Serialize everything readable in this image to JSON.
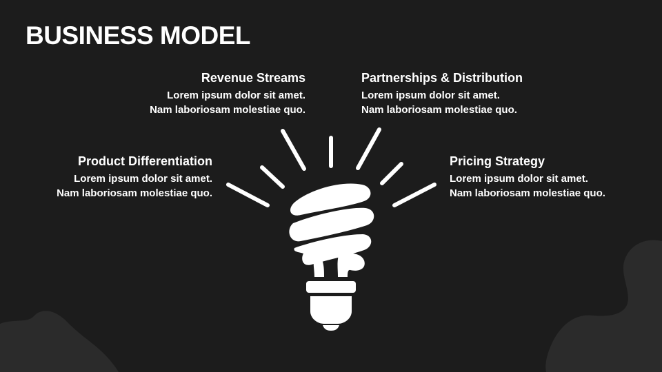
{
  "slide": {
    "title": "BUSINESS MODEL",
    "colors": {
      "background": "#1c1c1c",
      "blob": "#2b2b2b",
      "text": "#ffffff"
    }
  },
  "blocks": {
    "revenue": {
      "heading": "Revenue Streams",
      "line1": "Lorem ipsum dolor sit amet.",
      "line2": "Nam laboriosam molestiae quo."
    },
    "partnerships": {
      "heading": "Partnerships & Distribution",
      "line1": "Lorem ipsum dolor sit amet.",
      "line2": "Nam laboriosam molestiae quo."
    },
    "product": {
      "heading": "Product Differentiation",
      "line1": "Lorem ipsum dolor sit amet.",
      "line2": "Nam laboriosam molestiae quo."
    },
    "pricing": {
      "heading": "Pricing Strategy",
      "line1": "Lorem ipsum dolor sit amet.",
      "line2": "Nam laboriosam molestiae quo."
    }
  },
  "icons": {
    "center": "light-bulb-icon"
  }
}
